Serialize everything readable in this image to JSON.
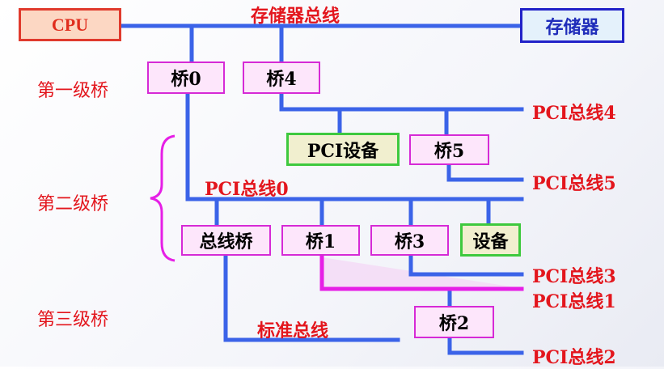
{
  "nodes": {
    "cpu": "CPU",
    "memory": "存储器",
    "bridge0": "桥0",
    "bridge4": "桥4",
    "pci_device": "PCI设备",
    "bridge5": "桥5",
    "bus_bridge": "总线桥",
    "bridge1": "桥1",
    "bridge3": "桥3",
    "device": "设备",
    "bridge2": "桥2"
  },
  "buses": {
    "memory_bus": "存储器总线",
    "pci_bus4": "PCI总线4",
    "pci_bus5": "PCI总线5",
    "pci_bus0": "PCI总线0",
    "pci_bus3": "PCI总线3",
    "pci_bus1": "PCI总线1",
    "standard_bus": "标准总线",
    "pci_bus2": "PCI总线2"
  },
  "levels": {
    "first": "第一级桥",
    "second": "第二级桥",
    "third": "第三级桥"
  },
  "colors": {
    "bus_line": "#3b63e8",
    "pci_bus1_line": "#e61fe6",
    "label_red": "#e3161d"
  }
}
